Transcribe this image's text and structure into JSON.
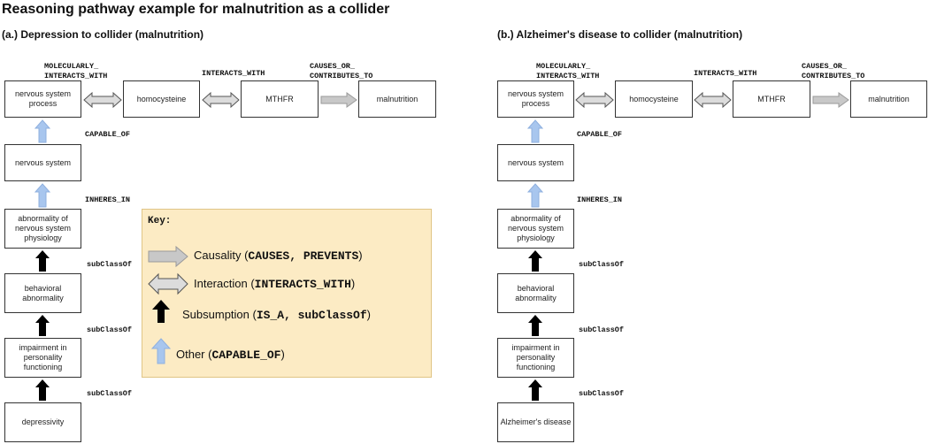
{
  "title": "Reasoning pathway example for malnutrition as a collider",
  "panels": [
    {
      "label": "(a.) Depression to collider (malnutrition)",
      "nodes": {
        "nervous_system_process": "nervous system process",
        "homocysteine": "homocysteine",
        "mthfr": "MTHFR",
        "malnutrition": "malnutrition",
        "nervous_system": "nervous system",
        "abnormality": "abnormality of nervous system physiology",
        "behavioral": "behavioral abnormality",
        "impairment": "impairment in personality functioning",
        "source": "depressivity"
      },
      "edges": {
        "molecularly_interacts": "MOLECULARLY_\nINTERACTS_WITH",
        "interacts_with": "INTERACTS_WITH",
        "causes": "CAUSES_OR_\nCONTRIBUTES_TO",
        "capable_of": "CAPABLE_OF",
        "inheres_in": "INHERES_IN",
        "subclass_1": "subClassOf",
        "subclass_2": "subClassOf",
        "subclass_3": "subClassOf"
      }
    },
    {
      "label": "(b.) Alzheimer's disease to collider (malnutrition)",
      "nodes": {
        "nervous_system_process": "nervous system process",
        "homocysteine": "homocysteine",
        "mthfr": "MTHFR",
        "malnutrition": "malnutrition",
        "nervous_system": "nervous system",
        "abnormality": "abnormality of nervous system physiology",
        "behavioral": "behavioral abnormality",
        "impairment": "impairment in personality functioning",
        "source": "Alzheimer's disease"
      },
      "edges": {
        "molecularly_interacts": "MOLECULARLY_\nINTERACTS_WITH",
        "interacts_with": "INTERACTS_WITH",
        "causes": "CAUSES_OR_\nCONTRIBUTES_TO",
        "capable_of": "CAPABLE_OF",
        "inheres_in": "INHERES_IN",
        "subclass_1": "subClassOf",
        "subclass_2": "subClassOf",
        "subclass_3": "subClassOf"
      }
    }
  ],
  "key": {
    "title": "Key:",
    "causality": {
      "text": "Causality (",
      "codes": "CAUSES, PREVENTS",
      "close": ")"
    },
    "interaction": {
      "text": "Interaction (",
      "codes": "INTERACTS_WITH",
      "close": ")"
    },
    "subsumption": {
      "text": "Subsumption (",
      "codes": "IS_A, subClassOf",
      "close": ")"
    },
    "other": {
      "text": "Other (",
      "codes": "CAPABLE_OF",
      "close": ")"
    }
  },
  "colors": {
    "causality_arrow": "#c8c8c8",
    "interaction_arrow": "#dcdcdc",
    "subsumption_arrow": "#000000",
    "other_arrow": "#a8c6ee",
    "key_background": "#fcebc4"
  }
}
